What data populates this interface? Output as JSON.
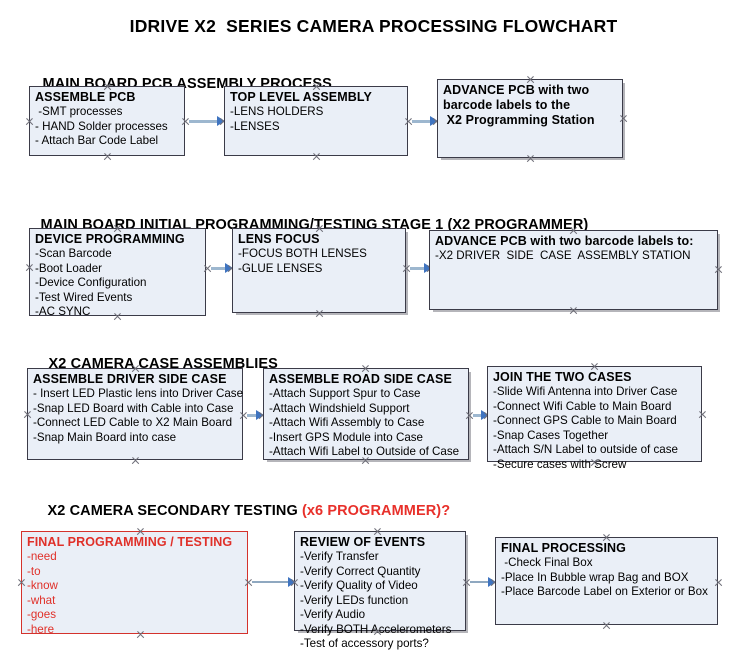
{
  "document": {
    "title": "IDRIVE X2  SERIES CAMERA PROCESSING FLOWCHART"
  },
  "colors": {
    "box_fill": "#eaeff7",
    "box_border": "#3b3b48",
    "red_accent": "#e03029",
    "connector_line": "#9db7cf",
    "arrow_head": "#3f74c0"
  },
  "sections": [
    {
      "heading": "MAIN BOARD PCB ASSEMBLY PROCESS",
      "heading_accent": "",
      "boxes": [
        {
          "title": "ASSEMBLE PCB",
          "lines": [
            " -SMT processes",
            "- HAND Solder processes",
            "- Attach Bar Code Label"
          ]
        },
        {
          "title": "TOP LEVEL ASSEMBLY",
          "lines": [
            "-LENS HOLDERS",
            "-LENSES"
          ]
        },
        {
          "title": "ADVANCE PCB with two",
          "lines": [
            "barcode labels to the",
            " X2 Programming Station"
          ]
        }
      ]
    },
    {
      "heading": "MAIN BOARD INITIAL PROGRAMMING/TESTING STAGE 1 (X2 PROGRAMMER)",
      "heading_accent": "",
      "boxes": [
        {
          "title": "DEVICE PROGRAMMING",
          "lines": [
            "-Scan Barcode",
            "-Boot Loader",
            "-Device Configuration",
            "-Test Wired Events",
            "-AC SYNC"
          ]
        },
        {
          "title": "LENS FOCUS",
          "lines": [
            "-FOCUS BOTH LENSES",
            "-GLUE LENSES"
          ]
        },
        {
          "title": "ADVANCE PCB with two barcode labels to:",
          "lines": [
            "-X2 DRIVER  SIDE  CASE  ASSEMBLY STATION"
          ]
        }
      ]
    },
    {
      "heading": "X2 CAMERA CASE ASSEMBLIES",
      "heading_accent": "",
      "boxes": [
        {
          "title": "ASSEMBLE DRIVER SIDE CASE",
          "lines": [
            "- Insert LED Plastic lens into Driver Case",
            "-Snap LED Board with Cable into Case",
            "-Connect LED Cable to X2 Main Board",
            "-Snap Main Board into case"
          ]
        },
        {
          "title": "ASSEMBLE ROAD SIDE CASE",
          "lines": [
            "-Attach Support Spur to Case",
            "-Attach Windshield Support",
            "-Attach Wifi Assembly to Case",
            "-Insert GPS Module into Case",
            "-Attach Wifi Label to Outside of Case"
          ]
        },
        {
          "title": "JOIN THE TWO CASES",
          "lines": [
            "-Slide Wifi Antenna into Driver Case",
            "-Connect Wifi Cable to Main Board",
            "-Connect GPS Cable to Main Board",
            "-Snap Cases Together",
            "-Attach S/N Label to outside of case",
            "-Secure cases with Screw"
          ]
        }
      ]
    },
    {
      "heading": "X2 CAMERA SECONDARY TESTING ",
      "heading_accent": "(x6 PROGRAMMER)?",
      "boxes": [
        {
          "title": "FINAL PROGRAMMING / TESTING",
          "lines": [
            "-need",
            "-to",
            "-know",
            "-what",
            "-goes",
            "-here"
          ]
        },
        {
          "title": "REVIEW OF EVENTS",
          "lines": [
            "-Verify Transfer",
            "-Verify Correct Quantity",
            "-Verify Quality of Video",
            "-Verify LEDs function",
            "-Verify Audio",
            "-Verify BOTH Accelerometers",
            "-Test of accessory ports?"
          ]
        },
        {
          "title": "FINAL PROCESSING",
          "lines": [
            " -Check Final Box",
            "-Place In Bubble wrap Bag and BOX",
            "-Place Barcode Label on Exterior or Box"
          ]
        }
      ]
    }
  ]
}
